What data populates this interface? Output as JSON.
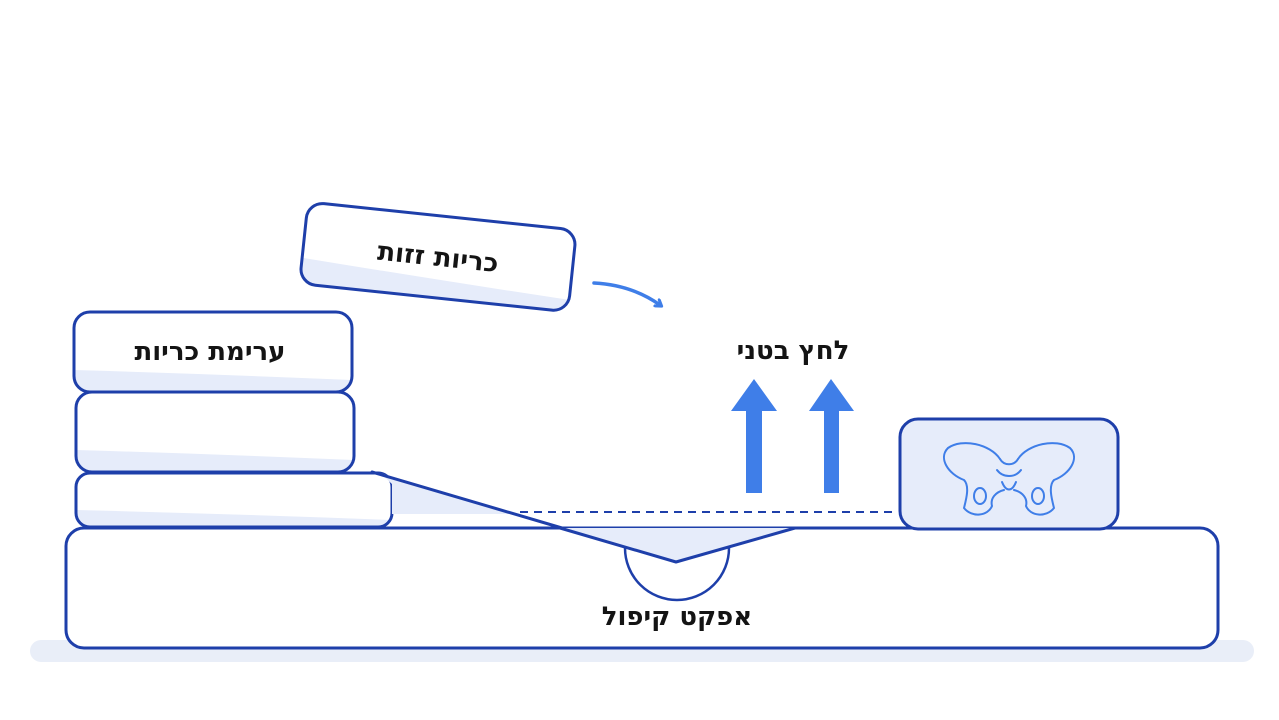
{
  "labels": {
    "pillow_stack": "ערימת כריות",
    "sliding_pillow": "כריות זזות",
    "abdominal_pressure": "לחץ בטני",
    "folding_effect": "אפקט קיפול"
  },
  "icons": {
    "pressure_arrows": "up-arrow-icon",
    "pelvis": "pelvis-icon"
  },
  "colors": {
    "outline": "#1e3faa",
    "soft_fill": "#e6ecfa",
    "arrow": "#3f7ee8",
    "floor_shadow": "#e9eef8",
    "text": "#141414"
  }
}
